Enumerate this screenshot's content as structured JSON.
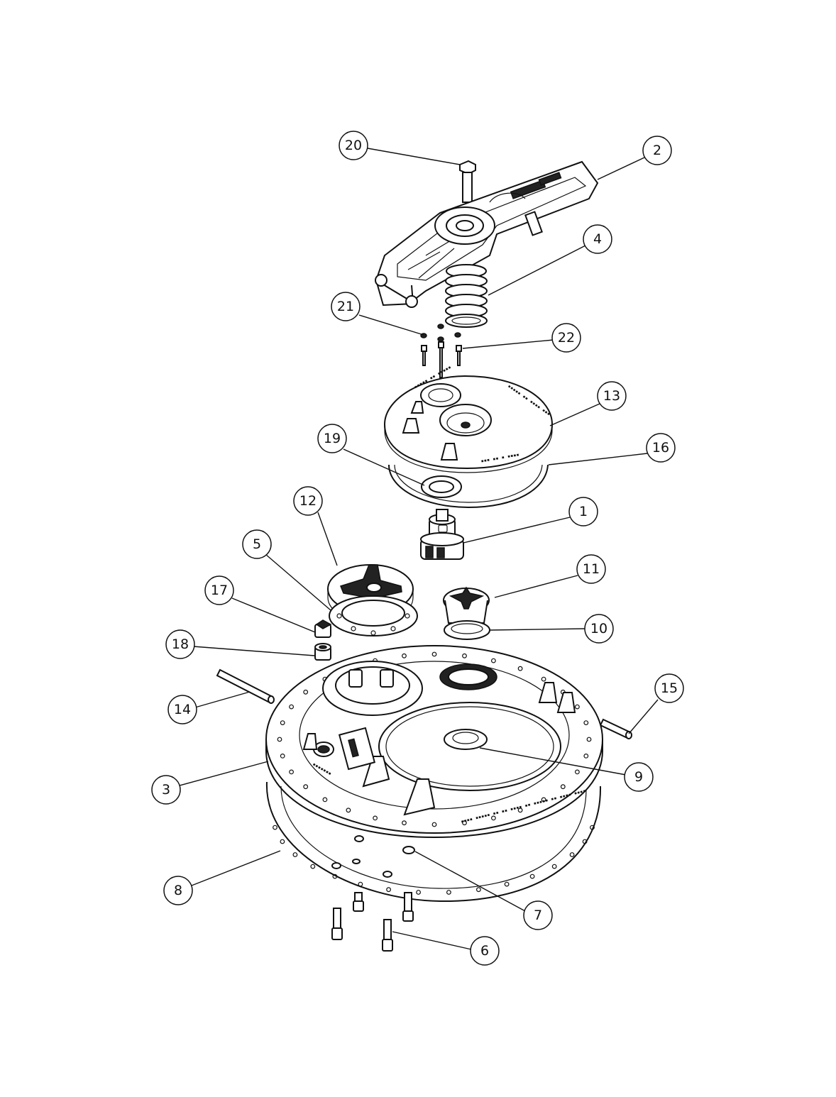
{
  "drawing": {
    "type": "exploded-assembly",
    "balloons": [
      {
        "id": "b20",
        "label": "20"
      },
      {
        "id": "b2",
        "label": "2"
      },
      {
        "id": "b4",
        "label": "4"
      },
      {
        "id": "b21",
        "label": "21"
      },
      {
        "id": "b22",
        "label": "22"
      },
      {
        "id": "b13",
        "label": "13"
      },
      {
        "id": "b19",
        "label": "19"
      },
      {
        "id": "b16",
        "label": "16"
      },
      {
        "id": "b12",
        "label": "12"
      },
      {
        "id": "b1",
        "label": "1"
      },
      {
        "id": "b5",
        "label": "5"
      },
      {
        "id": "b11",
        "label": "11"
      },
      {
        "id": "b17",
        "label": "17"
      },
      {
        "id": "b10",
        "label": "10"
      },
      {
        "id": "b18",
        "label": "18"
      },
      {
        "id": "b15",
        "label": "15"
      },
      {
        "id": "b14",
        "label": "14"
      },
      {
        "id": "b9",
        "label": "9"
      },
      {
        "id": "b3",
        "label": "3"
      },
      {
        "id": "b8",
        "label": "8"
      },
      {
        "id": "b7",
        "label": "7"
      },
      {
        "id": "b6",
        "label": "6"
      }
    ]
  }
}
